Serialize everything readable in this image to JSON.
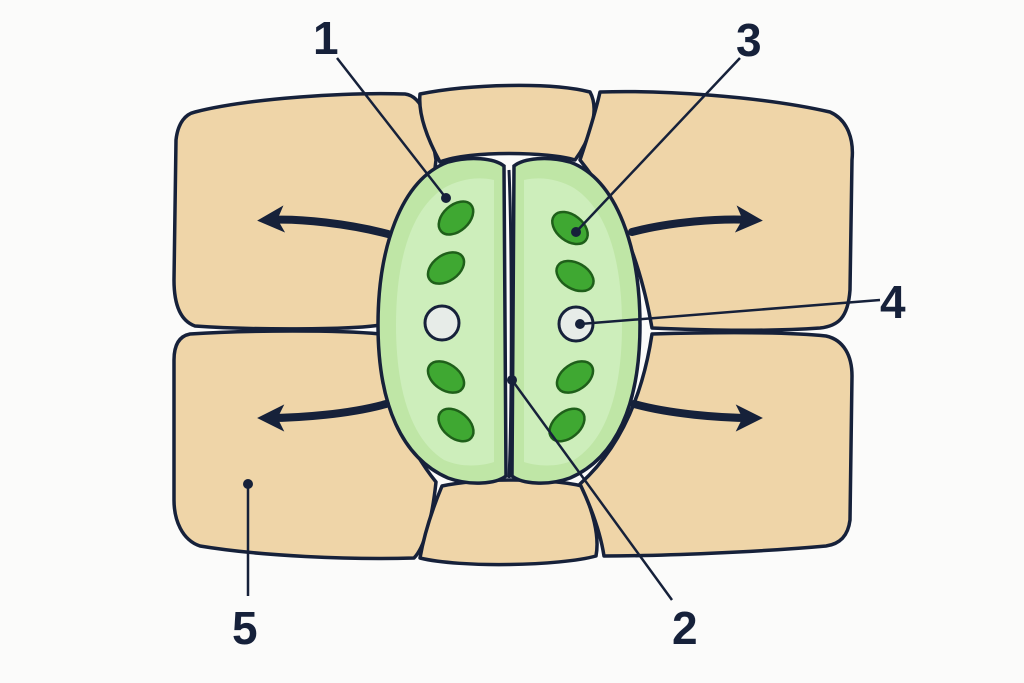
{
  "labels": [
    {
      "key": "1",
      "text": "1"
    },
    {
      "key": "2",
      "text": "2"
    },
    {
      "key": "3",
      "text": "3"
    },
    {
      "key": "4",
      "text": "4"
    },
    {
      "key": "5",
      "text": "5"
    }
  ],
  "colors": {
    "background": "#fbfbfa",
    "epidermal_cell_fill": "#efd5a8",
    "guard_cell_outer": "#b9e3a0",
    "guard_cell_inner": "#cdedb7",
    "chloroplast": "#3fa832",
    "chloroplast_dark": "#2c8a22",
    "nucleus": "#e7ece8",
    "outline": "#16213a"
  },
  "icons": {
    "arrows": "arrow-icon"
  }
}
